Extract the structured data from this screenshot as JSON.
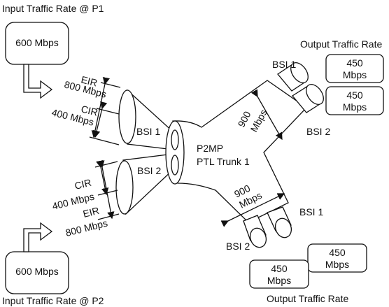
{
  "input": {
    "p1_title": "Input Traffic Rate @ P1",
    "p2_title": "Input Traffic Rate @ P2",
    "p1_rate": "600 Mbps",
    "p2_rate": "600 Mbps"
  },
  "bsi_in": {
    "bsi1": {
      "label": "BSI 1",
      "eir": "EIR",
      "eir_value": "800 Mbps",
      "cir": "CIR",
      "cir_value": "400 Mbps"
    },
    "bsi2": {
      "label": "BSI 2",
      "eir": "EIR",
      "eir_value": "800 Mbps",
      "cir": "CIR",
      "cir_value": "400 Mbps"
    }
  },
  "trunk": {
    "line1": "P2MP",
    "line2": "PTL Trunk 1",
    "upper_capacity_1": "900",
    "upper_capacity_2": "Mbps",
    "lower_capacity_1": "900",
    "lower_capacity_2": "Mbps"
  },
  "output_top": {
    "title": "Output Traffic Rate",
    "bsi1_label": "BSI 1",
    "bsi2_label": "BSI 2",
    "box1_line1": "450",
    "box1_line2": "Mbps",
    "box2_line1": "450",
    "box2_line2": "Mbps"
  },
  "output_bottom": {
    "title": "Output Traffic Rate",
    "bsi1_label": "BSI 1",
    "bsi2_label": "BSI 2",
    "box1_line1": "450",
    "box1_line2": "Mbps",
    "box2_line1": "450",
    "box2_line2": "Mbps"
  }
}
